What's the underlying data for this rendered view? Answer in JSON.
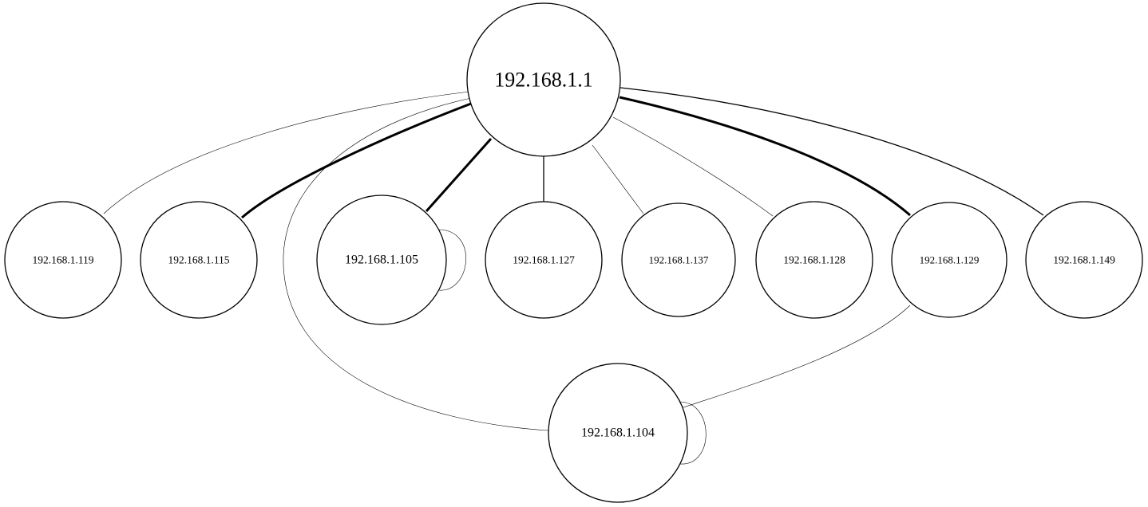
{
  "graph": {
    "nodes": [
      {
        "id": "n1",
        "label": "192.168.1.1"
      },
      {
        "id": "n119",
        "label": "192.168.1.119"
      },
      {
        "id": "n115",
        "label": "192.168.1.115"
      },
      {
        "id": "n105",
        "label": "192.168.1.105"
      },
      {
        "id": "n127",
        "label": "192.168.1.127"
      },
      {
        "id": "n137",
        "label": "192.168.1.137"
      },
      {
        "id": "n128",
        "label": "192.168.1.128"
      },
      {
        "id": "n129",
        "label": "192.168.1.129"
      },
      {
        "id": "n149",
        "label": "192.168.1.149"
      },
      {
        "id": "n104",
        "label": "192.168.1.104"
      }
    ],
    "edges": [
      {
        "from": "n1",
        "to": "n119",
        "weight": "light"
      },
      {
        "from": "n1",
        "to": "n115",
        "weight": "heavy"
      },
      {
        "from": "n1",
        "to": "n105",
        "weight": "heavy"
      },
      {
        "from": "n1",
        "to": "n127",
        "weight": "medium"
      },
      {
        "from": "n1",
        "to": "n137",
        "weight": "light"
      },
      {
        "from": "n1",
        "to": "n128",
        "weight": "light"
      },
      {
        "from": "n1",
        "to": "n129",
        "weight": "heavy"
      },
      {
        "from": "n1",
        "to": "n149",
        "weight": "medium"
      },
      {
        "from": "n1",
        "to": "n104",
        "weight": "light"
      },
      {
        "from": "n129",
        "to": "n104",
        "weight": "light"
      },
      {
        "from": "n105",
        "to": "n105",
        "weight": "light"
      },
      {
        "from": "n104",
        "to": "n104",
        "weight": "light"
      }
    ]
  }
}
